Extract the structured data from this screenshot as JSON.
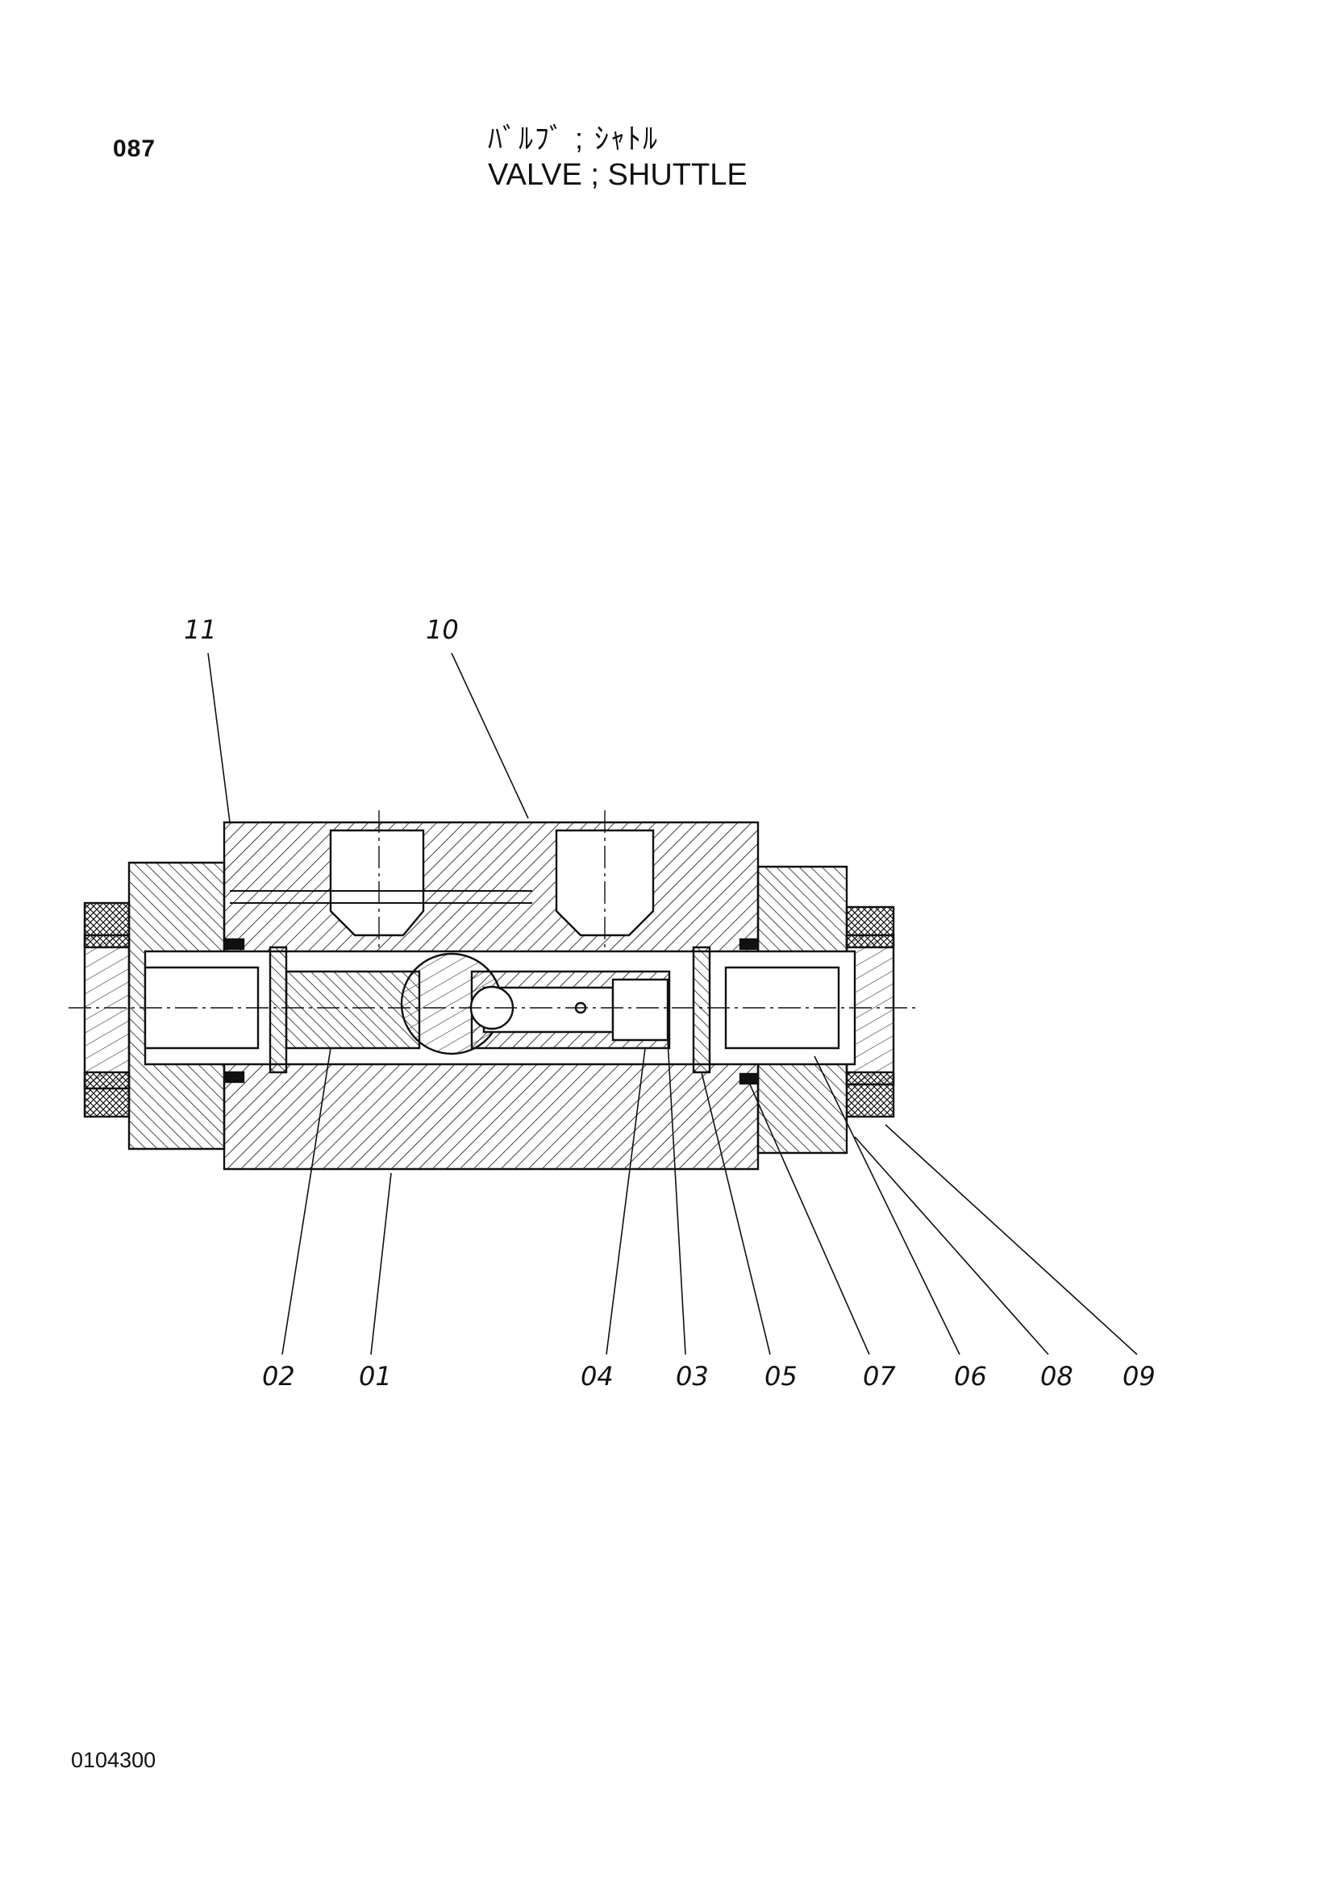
{
  "header": {
    "page_number": "087",
    "title_japanese": "ﾊﾞﾙﾌﾞ ; ｼｬﾄﾙ",
    "title_english": "VALVE ; SHUTTLE"
  },
  "diagram": {
    "callouts": {
      "p01": "01",
      "p02": "02",
      "p03": "03",
      "p04": "04",
      "p05": "05",
      "p06": "06",
      "p07": "07",
      "p08": "08",
      "p09": "09",
      "p10": "10",
      "p11": "11"
    }
  },
  "footer": {
    "drawing_code": "0104300"
  }
}
